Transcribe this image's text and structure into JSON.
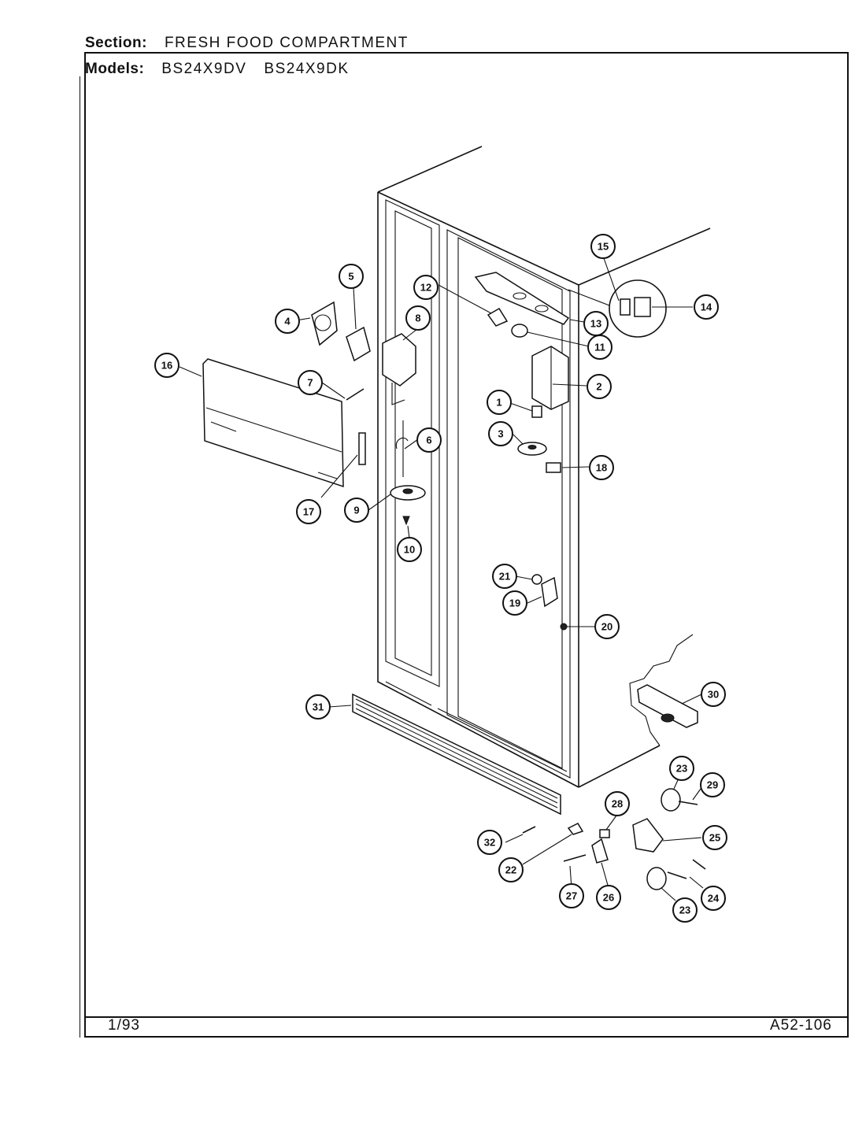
{
  "header": {
    "section_label": "Section:",
    "section_value": "FRESH FOOD COMPARTMENT",
    "models_label": "Models:",
    "models": [
      "BS24X9DV",
      "BS24X9DK"
    ]
  },
  "footer": {
    "date": "1/93",
    "page_code": "A52-106"
  },
  "callouts": [
    "1",
    "2",
    "3",
    "4",
    "5",
    "6",
    "7",
    "8",
    "9",
    "10",
    "11",
    "12",
    "13",
    "14",
    "15",
    "16",
    "17",
    "18",
    "19",
    "20",
    "21",
    "22",
    "23",
    "23",
    "24",
    "25",
    "26",
    "27",
    "28",
    "29",
    "30",
    "31",
    "32"
  ]
}
